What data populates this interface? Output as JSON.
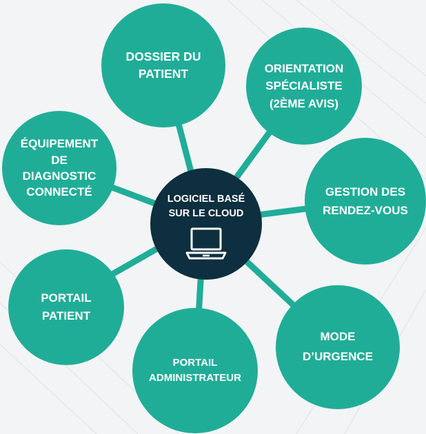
{
  "colors": {
    "node": "#20ad98",
    "center": "#0d2f3f",
    "connector": "#20ad98",
    "background": "#f3f4f5"
  },
  "center": {
    "label": "LOGICIEL BASÉ\nSUR LE CLOUD",
    "icon": "laptop-icon"
  },
  "nodes": {
    "dossier": "DOSSIER DU\nPATIENT",
    "orientation": "ORIENTATION\nSPÉCIALISTE\n(2ÈME AVIS)",
    "equipement": "ÉQUIPEMENT\nDE\nDIAGNOSTIC\nCONNECTÉ",
    "gestion": "GESTION DES\nRENDEZ-VOUS",
    "portail_patient": "PORTAIL\nPATIENT",
    "mode_urgence": "MODE\nD’URGENCE",
    "portail_admin": "PORTAIL\nADMINISTRATEUR"
  }
}
